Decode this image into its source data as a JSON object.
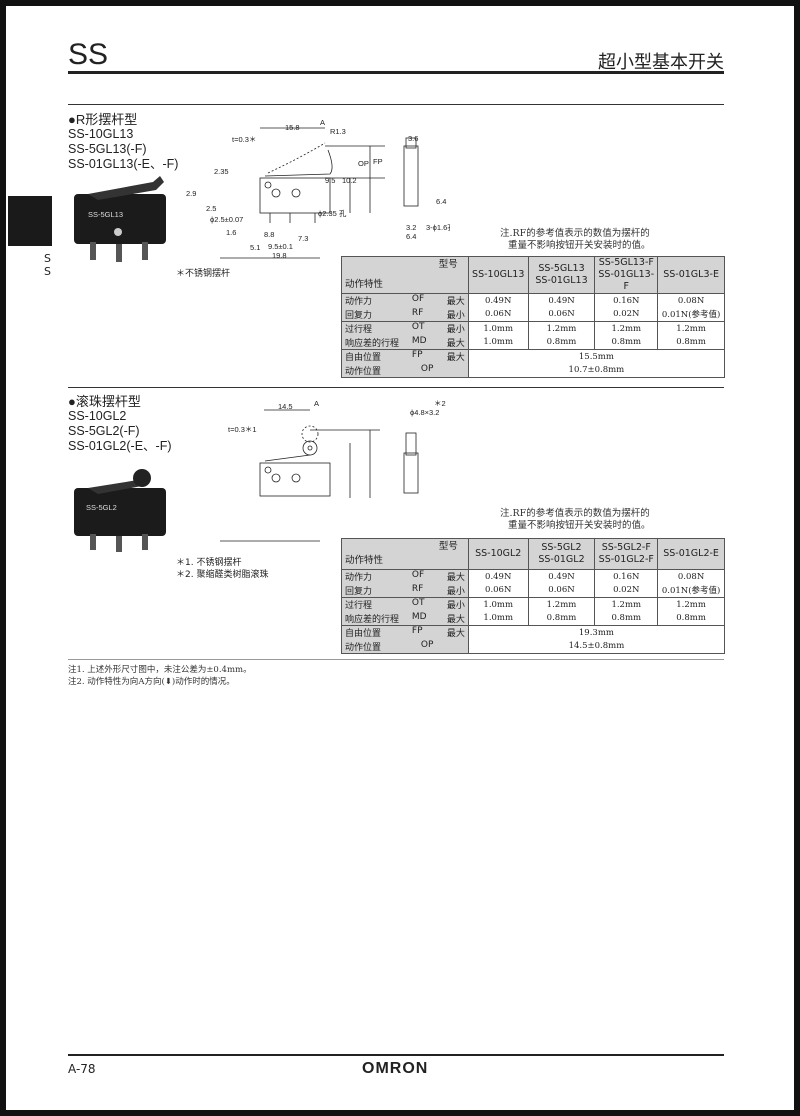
{
  "header": {
    "title": "SS",
    "subtitle": "超小型基本开关",
    "side_tab": "S S"
  },
  "sections": [
    {
      "title": "●R形摆杆型",
      "models": [
        "SS-10GL13",
        "SS-5GL13(-F)",
        "SS-01GL13(-E、-F)"
      ],
      "photo_label": "SS-5GL13",
      "lever_note": "＊不锈钢摆杆",
      "rf_note": [
        "注.RF的参考值表示的数值为摆杆的",
        "重量不影响按钮开关安装时的值。"
      ],
      "dims": {
        "lever_len": "15.8",
        "t": "t=0.3＊",
        "r": "R1.3",
        "a": "A",
        "tol": "2.35",
        "fp": "FP",
        "op": "OP",
        "d95": "9.5",
        "d102": "10.2",
        "d29": "2.9",
        "d25": "2.5",
        "phi25": "ϕ2.5±0.07",
        "d16": "1.6",
        "d88": "8.8",
        "d73": "7.3",
        "d51": "5.1",
        "d95b": "9.5±0.1",
        "d198": "19.8",
        "phi235": "ϕ2.35 孔",
        "d36": "3.6",
        "d64": "6.4",
        "d32": "3.2",
        "d64b": "6.4",
        "hole": "3-ϕ1.6孔"
      },
      "table": {
        "corner_top": "型号",
        "corner_bottom": "动作特性",
        "columns": [
          "SS-10GL13",
          "SS-5GL13\nSS-01GL13",
          "SS-5GL13-F\nSS-01GL13-F",
          "SS-01GL3-E"
        ],
        "rows": [
          {
            "name": "动作力",
            "code": "OF",
            "limit": "最大",
            "values": [
              "0.49N",
              "0.49N",
              "0.16N",
              "0.08N"
            ]
          },
          {
            "name": "回复力",
            "code": "RF",
            "limit": "最小",
            "values": [
              "0.06N",
              "0.06N",
              "0.02N",
              "0.01N(参考值)"
            ]
          },
          {
            "name": "过行程",
            "code": "OT",
            "limit": "最小",
            "values": [
              "1.0mm",
              "1.2mm",
              "1.2mm",
              "1.2mm"
            ]
          },
          {
            "name": "响应差的行程",
            "code": "MD",
            "limit": "最大",
            "values": [
              "1.0mm",
              "0.8mm",
              "0.8mm",
              "0.8mm"
            ]
          },
          {
            "name": "自由位置",
            "code": "FP",
            "limit": "最大",
            "value": "15.5mm"
          },
          {
            "name": "动作位置",
            "code": "OP",
            "limit": "",
            "value": "10.7±0.8mm"
          }
        ]
      }
    },
    {
      "title": "●滚珠摆杆型",
      "models": [
        "SS-10GL2",
        "SS-5GL2(-F)",
        "SS-01GL2(-E、-F)"
      ],
      "photo_label": "SS-5GL2",
      "lever_note": "＊1. 不锈钢摆杆",
      "lever_note2": "＊2. 聚缩醛类树脂滚珠",
      "rf_note": [
        "注.RF的参考值表示的数值为摆杆的",
        "重量不影响按钮开关安装时的值。"
      ],
      "dims": {
        "lever_len": "14.5",
        "t": "t=0.3＊1",
        "roller": "ϕ4.8×3.2",
        "star2": "＊2",
        "a": "A"
      },
      "table": {
        "corner_top": "型号",
        "corner_bottom": "动作特性",
        "columns": [
          "SS-10GL2",
          "SS-5GL2\nSS-01GL2",
          "SS-5GL2-F\nSS-01GL2-F",
          "SS-01GL2-E"
        ],
        "rows": [
          {
            "name": "动作力",
            "code": "OF",
            "limit": "最大",
            "values": [
              "0.49N",
              "0.49N",
              "0.16N",
              "0.08N"
            ]
          },
          {
            "name": "回复力",
            "code": "RF",
            "limit": "最小",
            "values": [
              "0.06N",
              "0.06N",
              "0.02N",
              "0.01N(参考值)"
            ]
          },
          {
            "name": "过行程",
            "code": "OT",
            "limit": "最小",
            "values": [
              "1.0mm",
              "1.2mm",
              "1.2mm",
              "1.2mm"
            ]
          },
          {
            "name": "响应差的行程",
            "code": "MD",
            "limit": "最大",
            "values": [
              "1.0mm",
              "0.8mm",
              "0.8mm",
              "0.8mm"
            ]
          },
          {
            "name": "自由位置",
            "code": "FP",
            "limit": "最大",
            "value": "19.3mm"
          },
          {
            "name": "动作位置",
            "code": "OP",
            "limit": "",
            "value": "14.5±0.8mm"
          }
        ]
      }
    }
  ],
  "footnotes": [
    "注1. 上述外形尺寸图中，未注公差为±0.4mm。",
    "注2. 动作特性为向A方向(⬇)动作时的情况。"
  ],
  "footer": {
    "page": "A-78",
    "brand": "OMRON"
  }
}
